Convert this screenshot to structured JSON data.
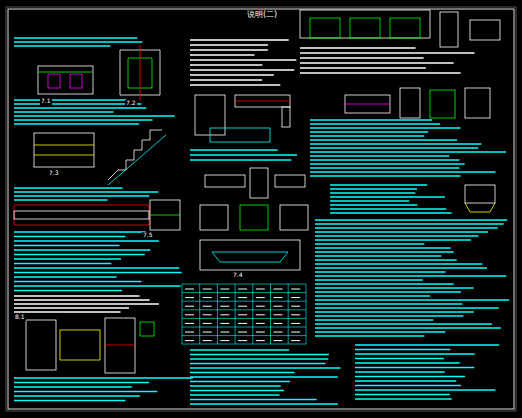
{
  "diagram": {
    "title": "说明(二)",
    "labels": [
      "7.1",
      "7.2",
      "7.3",
      "7.4",
      "7.5",
      "8.1"
    ]
  }
}
